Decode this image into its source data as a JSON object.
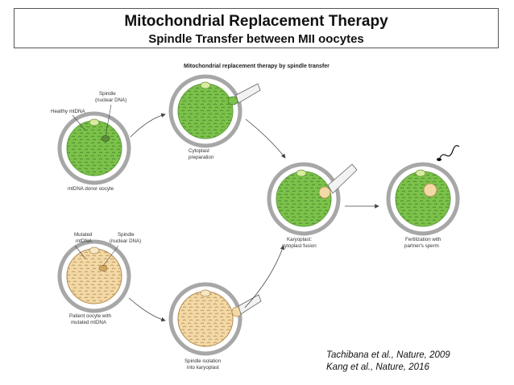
{
  "title": "Mitochondrial  Replacement Therapy",
  "subtitle": "Spindle Transfer between MII oocytes",
  "diagram_header": "Mitochondrial replacement therapy by spindle transfer",
  "labels": {
    "spindle_top": [
      "Spindle",
      "(nuclear DNA)"
    ],
    "healthy_mtdna": "Healthy mtDNA",
    "donor_oocyte": "mtDNA donor oocyte",
    "cytoplast_prep": [
      "Cytoplast",
      "preparation"
    ],
    "karyoplast_fusion": [
      "Karyoplast:",
      "cytoplast fusion"
    ],
    "fertilization": [
      "Fertilization with",
      "partner's sperm"
    ],
    "mutated_mtdna": [
      "Mutated",
      "mtDNA"
    ],
    "spindle_bottom": [
      "Spindle",
      "(nuclear DNA)"
    ],
    "patient_oocyte": [
      "Patient oocyte with",
      "mutated mtDNA"
    ],
    "spindle_isolation": [
      "Spindle isolation",
      "into karyoplast"
    ]
  },
  "citations": [
    "Tachibana et al., Nature, 2009",
    "Kang et al., Nature, 2016"
  ],
  "colors": {
    "healthy_cytoplasm": "#7cc24a",
    "patient_cytoplasm": "#f3d9a6",
    "zona": "#9a9a9a",
    "arrow": "#444444"
  }
}
